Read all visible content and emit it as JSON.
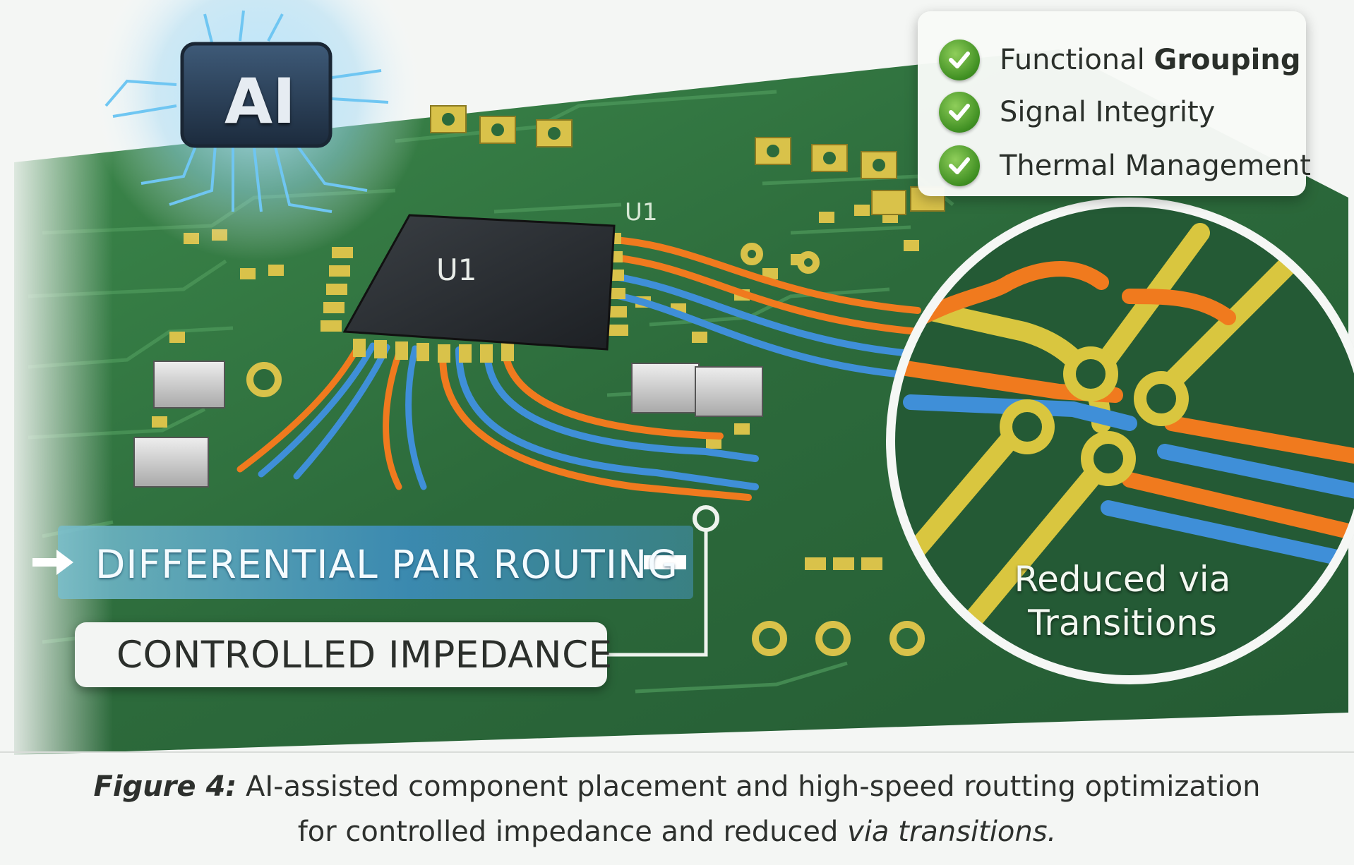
{
  "ai_chip": {
    "label": "AI"
  },
  "checklist": {
    "items": [
      {
        "prefix": "Functional ",
        "strong": "Grouping"
      },
      {
        "prefix": "Signal Integrity",
        "strong": ""
      },
      {
        "prefix": "Thermal Management",
        "strong": ""
      }
    ]
  },
  "board": {
    "chip_label": "U1",
    "silkscreen_label": "U1"
  },
  "callouts": {
    "differential": "DIFFERENTIAL PAIR ROUTING",
    "impedance": "CONTROLLED IMPEDANCE",
    "zoom": [
      "Reduced via",
      "Transitions"
    ]
  },
  "caption": {
    "figure_label": "Figure 4:",
    "line1_text": " AI-assisted component placement and high-speed routting optimization",
    "line2_text": "for controlled impedance and reduced ",
    "line2_italic": "via transitions."
  },
  "colors": {
    "board_green": "#2f6e3f",
    "trace_orange": "#f07a1e",
    "trace_blue": "#3f8fd8",
    "pad_gold": "#d9c24a",
    "check_green": "#4a9a2a"
  }
}
